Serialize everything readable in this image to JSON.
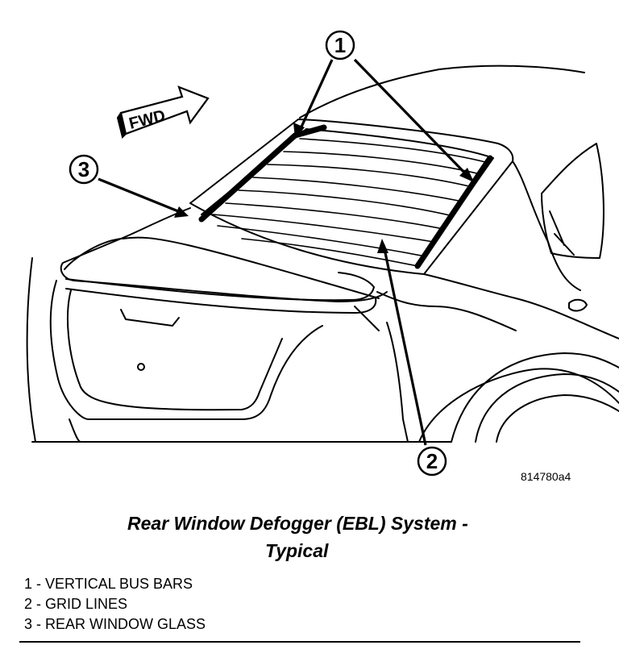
{
  "figure": {
    "fwd_label": "FWD",
    "callouts": [
      "1",
      "2",
      "3"
    ],
    "figure_id": "814780a4"
  },
  "caption": {
    "line1": "Rear Window Defogger (EBL) System -",
    "line2": "Typical"
  },
  "legend": {
    "items": [
      "1 - VERTICAL BUS BARS",
      "2 - GRID LINES",
      "3 - REAR WINDOW GLASS"
    ]
  }
}
